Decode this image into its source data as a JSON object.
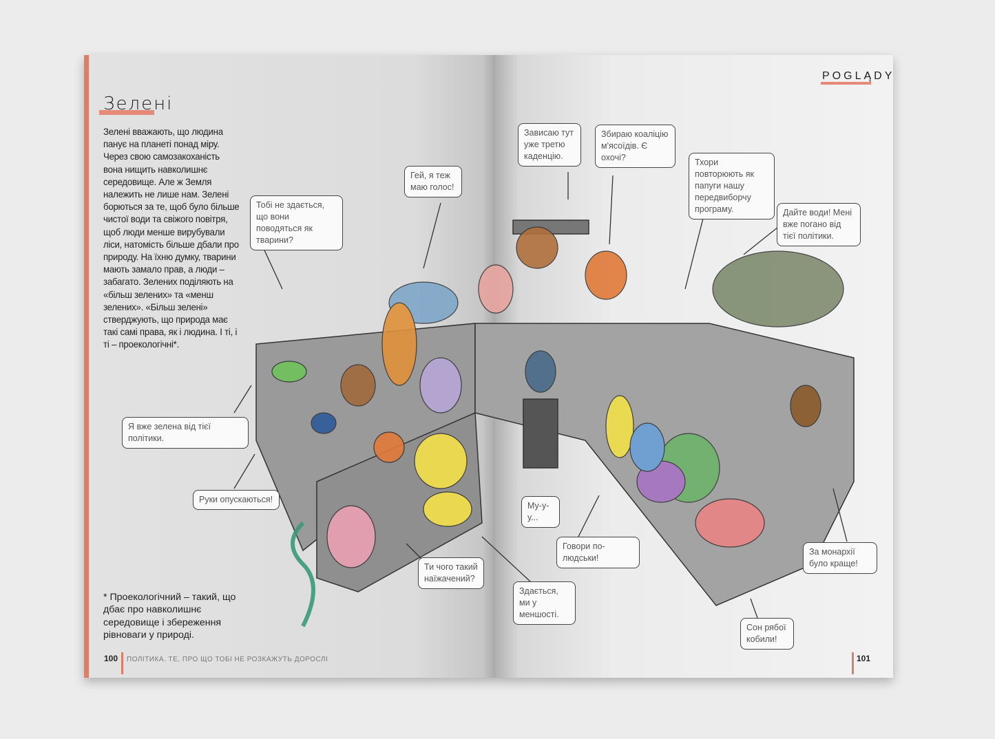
{
  "left_page": {
    "title": "Зелені",
    "body": "Зелені вважають, що людина панує на планеті понад міру. Через свою самозакоханість вона нищить навколишнє середовище. Але ж Земля належить не лише нам. Зелені борються за те, щоб було більше чистої води та свіжого повітря, щоб люди менше вирубували ліси, натомість більше дбали про природу. На їхню думку, тварини мають замало прав, а люди – забагато. Зелених поділяють на «більш зелених» та «менш зелених». «Більш зелені» стверджують, що природа має такі самі права, як і людина. І ті, і ті – проекологічні*.",
    "footnote": "* Проекологічний – такий, що дбає про навколишнє середовище і збереження рівноваги у природі.",
    "page_number": "100",
    "running_head": "ПОЛІТИКА. ТЕ, ПРО ЩО ТОБІ НЕ РОЗКАЖУТЬ ДОРОСЛІ"
  },
  "right_page": {
    "section_tag": "POGLĄDY",
    "page_number": "101"
  },
  "bubbles": [
    "Тобі не здається, що вони поводяться як тварини?",
    "Гей, я теж маю голос!",
    "Зависаю тут уже третю каденцію.",
    "Збираю коаліцію м'ясоїдів. Є охочі?",
    "Тхори повторюють як папуги нашу передвиборчу програму.",
    "Дайте води! Мені вже погано від тієї політики.",
    "Я вже зелена від тієї політики.",
    "Руки опускаються!",
    "Ти чого такий наїжачений?",
    "Му-у-у...",
    "Говори по-людськи!",
    "Здається, ми у меншості.",
    "За монархії було краще!",
    "Сон рябої кобили!"
  ],
  "colors": {
    "accent": "#e58a78",
    "page": "#e2e2e2"
  }
}
